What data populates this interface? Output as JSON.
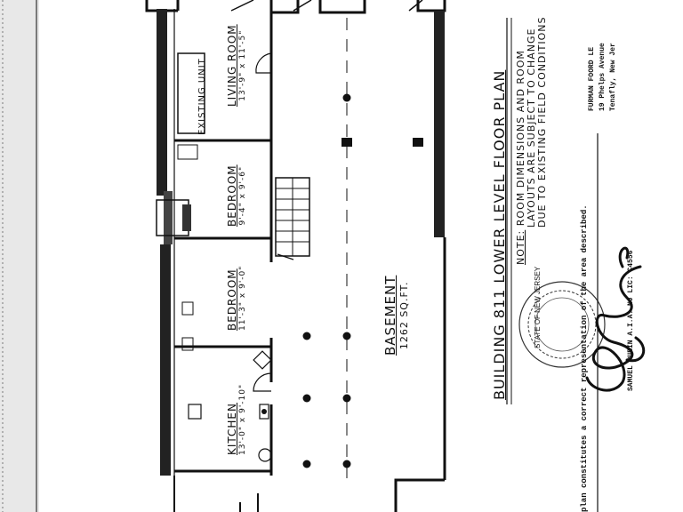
{
  "title": "BUILDING 811  LOWER LEVEL FLOOR PLAN",
  "note": {
    "label": "NOTE:",
    "line1": "ROOM DIMENSIONS AND ROOM",
    "line2": "LAYOUTS ARE SUBJECT TO CHANGE",
    "line3": "DUE TO EXISTING FIELD CONDITIONS"
  },
  "rooms": {
    "living_room": {
      "name": "LIVING ROOM",
      "dims": "13'-9\" x 11'-5\""
    },
    "bedroom1": {
      "name": "BEDROOM",
      "dims": "9'-4\" x 9'-6\""
    },
    "bedroom2": {
      "name": "BEDROOM",
      "dims": "11'-3\" x 9'-0\""
    },
    "kitchen": {
      "name": "KITCHEN",
      "dims": "13'-0\" x 9'-10\""
    },
    "basement": {
      "name": "BASEMENT",
      "area": "1262 SQ.FT."
    },
    "existing_unit": "EXISTING  UNIT"
  },
  "certification": "plan constitutes a correct representation of the area described.",
  "signatory": "SAMUEL RUBIN A.I.A.    NJ LIC: C4556",
  "architect": {
    "name": "FURMAN FOORD LE",
    "street": "19 Phelps Avenue",
    "city": "Tenafly, New Jer"
  },
  "seal_text": "STATE OF NEW JERSEY"
}
